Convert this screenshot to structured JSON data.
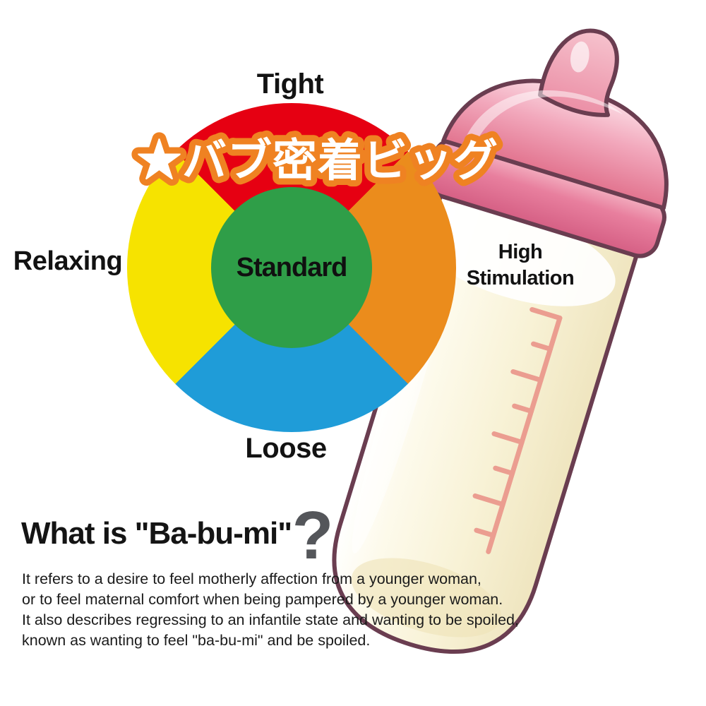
{
  "diagram": {
    "banner": {
      "text": "★バブ密着ビッグ",
      "outline_color": "#ef8222",
      "fill_color": "#ffffff"
    },
    "wheel": {
      "labels": {
        "top": "Tight",
        "left": "Relaxing",
        "right": "High\nStimulation",
        "bottom": "Loose",
        "center": "Standard"
      },
      "colors": {
        "top": "#e60012",
        "left": "#f6e300",
        "right": "#eb8c1c",
        "bottom": "#1f9cd8",
        "center": "#2f9e48"
      }
    }
  },
  "info": {
    "heading": "What is \"Ba-bu-mi\"",
    "question_mark": "?",
    "question_mark_color": "#54565a",
    "paragraph_lines": [
      "It refers to a desire to feel motherly affection from a younger woman,",
      "or to feel maternal comfort when being pampered by a younger woman.",
      "It also describes regressing to an infantile state and wanting to be spoiled,",
      "known as wanting to feel \"ba-bu-mi\" and be spoiled."
    ]
  },
  "bottle": {
    "colors": {
      "body": "#f8f2d6",
      "outline": "#6a3d50",
      "nipple": "#e87c99",
      "nipple_light": "#f6c6d1",
      "band": "#d55f84",
      "ticks": "#eb9d90"
    }
  }
}
